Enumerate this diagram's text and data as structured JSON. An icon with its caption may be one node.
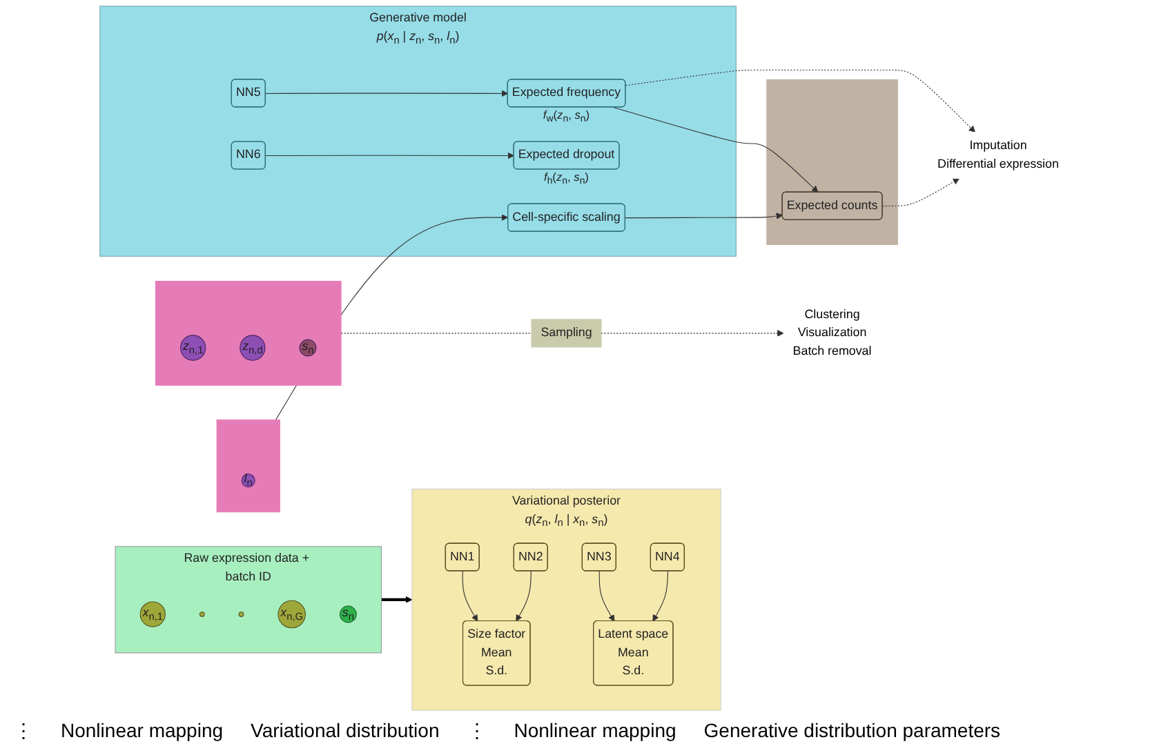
{
  "diagram": {
    "nodes": [
      {
        "text": [
          "Raw expression data + batch ID"
        ]
      },
      {
        "text": [
          "*x*$_{n,1}$"
        ],
        "in": 0
      },
      {
        "text": [],
        "shape": "circle",
        "in": 0
      },
      {
        "text": [],
        "shape": "circle",
        "in": 0
      },
      {
        "text": [
          "*x*$_{n,G}$"
        ],
        "in": 0
      },
      {
        "text": [
          "*s*$_{n}$"
        ],
        "in": 0
      },
      {
        "text": [
          "Variational posterior",
          "*q*(*z*$_{n}$, *l*$_{n}$ | *x*$_{n}$, *s*$_{n}$)"
        ]
      },
      {
        "text": [
          "NN1"
        ],
        "in": 6
      },
      {
        "text": [
          "NN2"
        ],
        "in": 6
      },
      {
        "text": [
          "NN3"
        ],
        "in": 6
      },
      {
        "text": [
          "NN4"
        ],
        "in": 6
      },
      {
        "text": [
          "Size factor",
          "Mean",
          "S.d."
        ],
        "in": 6
      },
      {
        "text": [
          "Latent space",
          "Mean",
          "S.d."
        ],
        "in": 6
      },
      {
        "text": [],
        "shape": "box"
      },
      {
        "text": [
          "*l*$_{n}$"
        ],
        "in": 13
      },
      {
        "text": [],
        "shape": "box"
      },
      {
        "text": [
          "*z*$_{n,1}$"
        ],
        "in": 15
      },
      {
        "text": [
          "*z*$_{n,d}$"
        ],
        "in": 15
      },
      {
        "text": [
          "*s*$_{n}$"
        ],
        "in": 15
      },
      {
        "text": [
          "Sampling"
        ]
      },
      {
        "text": [
          "Generative model",
          "*p*(*x*$_{n}$ | *z*$_{n}$, *s*$_{n}$, *l*$_{n}$)"
        ]
      },
      {
        "text": [
          "NN5"
        ],
        "in": 20
      },
      {
        "text": [
          "NN6"
        ],
        "in": 20
      },
      {
        "text": [
          "Cell-specific scaling"
        ],
        "in": 20
      },
      {
        "text": [
          "Expected frequency"
        ],
        "beside": [
          "*f*$_{w}$(*z*$_{n}$, *s*$_{n}$)"
        ],
        "in": 20
      },
      {
        "text": [
          "Expected dropout"
        ],
        "beside": [
          "*f*$_{h}$(*z*$_{n}$, *s*$_{n}$)"
        ],
        "in": 20
      },
      {
        "text": [],
        "shape": "box"
      },
      {
        "text": [
          "Expected counts"
        ],
        "in": 26
      },
      {
        "text": [
          "Clustering",
          "Visualization",
          "Batch removal"
        ]
      },
      {
        "text": [
          "Imputation",
          "Differential expression"
        ]
      }
    ],
    "edges": [
      {
        "from": 0,
        "to": 6,
        "arrow": "to",
        "style": "thick",
        "color": "#000000"
      },
      {
        "from": 7,
        "to": 11,
        "arrow": "to"
      },
      {
        "from": 8,
        "to": 11,
        "arrow": "to"
      },
      {
        "from": 9,
        "to": 12,
        "arrow": "to"
      },
      {
        "from": 10,
        "to": 12,
        "arrow": "to"
      },
      {
        "from": 13,
        "to": 23,
        "arrow": "to"
      },
      {
        "from": 21,
        "to": 24,
        "arrow": "to"
      },
      {
        "from": 22,
        "to": 25,
        "arrow": "to"
      },
      {
        "from": 23,
        "to": 27,
        "arrow": "to"
      },
      {
        "from": 24,
        "to": 27,
        "arrow": "to"
      },
      {
        "from": 24,
        "to": 29,
        "arrow": "to",
        "style": "dashed"
      },
      {
        "from": 27,
        "to": 29,
        "arrow": "to",
        "style": "dashed"
      },
      {
        "from": 15,
        "to": 19,
        "arrow": "none",
        "style": "dashed"
      },
      {
        "from": 19,
        "to": 28,
        "arrow": "to",
        "style": "dashed"
      }
    ],
    "labels": [
      "⋮",
      "Nonlinear mapping",
      "Variational distribution",
      "⋮",
      "Nonlinear mapping",
      "Generative distribution parameters"
    ]
  }
}
